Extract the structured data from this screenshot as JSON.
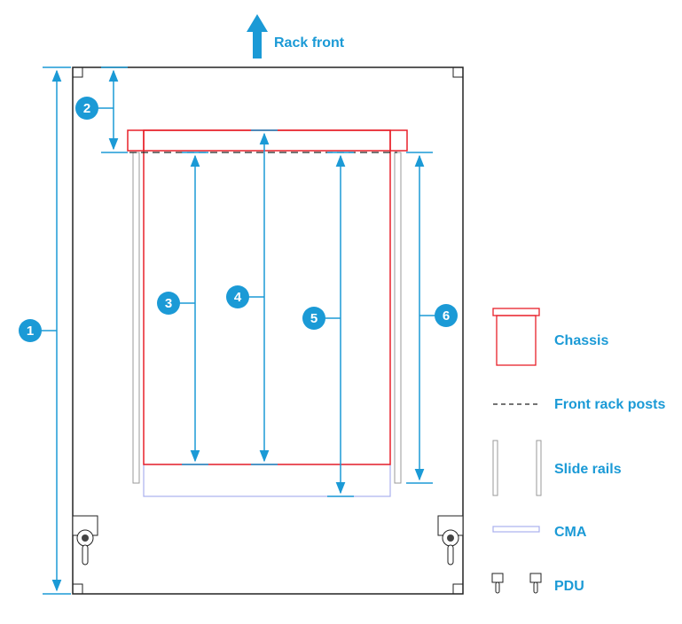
{
  "header": {
    "rack_front_label": "Rack front"
  },
  "callouts": [
    "1",
    "2",
    "3",
    "4",
    "5",
    "6"
  ],
  "legend": {
    "items": [
      {
        "key": "chassis",
        "label": "Chassis"
      },
      {
        "key": "front-rack-posts",
        "label": "Front rack posts"
      },
      {
        "key": "slide-rails",
        "label": "Slide rails"
      },
      {
        "key": "cma",
        "label": "CMA"
      },
      {
        "key": "pdu",
        "label": "PDU"
      }
    ]
  },
  "colors": {
    "accent_blue": "#1b9ad6",
    "chassis_red": "#e8202a",
    "cma_lavender": "#aab0ee",
    "outline_black": "#222222",
    "rail_gray": "#9a9a9a"
  }
}
